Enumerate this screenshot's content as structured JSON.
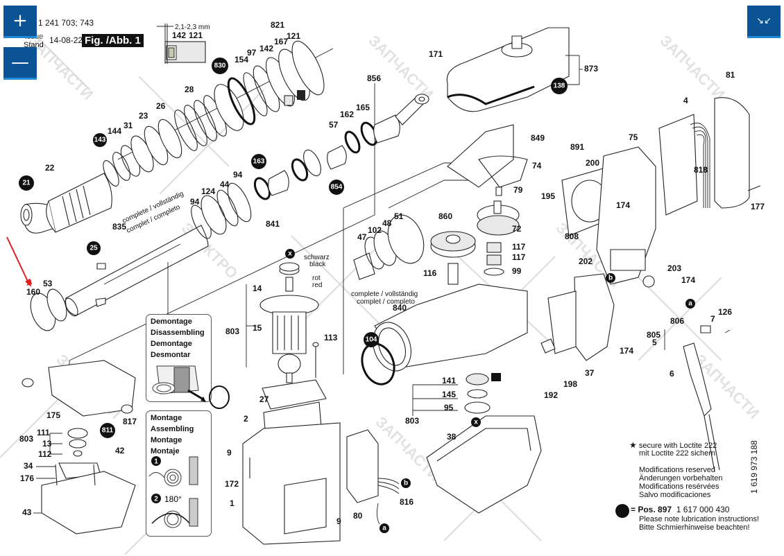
{
  "header": {
    "part_number_line": "1 241 703; 743",
    "issue_label": "Issue",
    "stand_label": "Stand",
    "date": "14-08-22",
    "figure_tag": "Fig. /Abb. 1",
    "dimension_label": "2,1-2,3 mm",
    "dimension_parts": [
      "142",
      "121"
    ]
  },
  "controls": {
    "zoom_in_icon": "+",
    "zoom_out_icon": "—",
    "fit_icon": "↘↙"
  },
  "badges": [
    "830",
    "143",
    "21",
    "163",
    "854",
    "25",
    "811",
    "104",
    "138",
    "x",
    "b",
    "a"
  ],
  "labels": {
    "group_top": [
      "821",
      "121",
      "167",
      "142",
      "97",
      "154",
      "28",
      "26",
      "23",
      "31",
      "144",
      "22"
    ],
    "group_shaft": [
      "94",
      "124",
      "44",
      "94",
      "841",
      "835",
      "160",
      "53"
    ],
    "group_piston": [
      "856",
      "165",
      "162",
      "57"
    ],
    "group_gears": [
      "47",
      "102",
      "48",
      "51",
      "860",
      "72",
      "117",
      "117",
      "99",
      "116"
    ],
    "group_cover": [
      "171",
      "873",
      "849",
      "74",
      "79",
      "195"
    ],
    "group_handle": [
      "891",
      "200",
      "75",
      "4",
      "818",
      "81",
      "177",
      "174",
      "808",
      "202",
      "203",
      "174"
    ],
    "group_switch": [
      "174",
      "192",
      "198",
      "37",
      "805",
      "5",
      "806",
      "7",
      "126",
      "6"
    ],
    "group_motor": [
      "14",
      "803",
      "15",
      "113",
      "27",
      "2",
      "9",
      "172",
      "1",
      "9"
    ],
    "group_bearing": [
      "141",
      "145",
      "95",
      "803",
      "38",
      "80",
      "816",
      "840"
    ],
    "group_base": [
      "175",
      "803",
      "111",
      "13",
      "112",
      "817",
      "42",
      "34",
      "176",
      "43"
    ]
  },
  "annotations": {
    "complete_shaft_1": "complete / vollständig",
    "complete_shaft_2": "complet / completo",
    "complete_gear_1": "complete / vollständig",
    "complete_gear_2": "complet / completo",
    "bearing_black_1": "schwarz",
    "bearing_black_2": "black",
    "bearing_red_1": "rot",
    "bearing_red_2": "red"
  },
  "demontage_box": {
    "lines": [
      "Demontage",
      "Disassembling",
      "Demontage",
      "Desmontar"
    ]
  },
  "montage_box": {
    "lines": [
      "Montage",
      "Assembling",
      "Montage",
      "Montaje"
    ],
    "step1": "1",
    "step2": "2",
    "angle": "180°"
  },
  "notes": {
    "star_line_1": "secure with Loctite 222",
    "star_line_2": "mit Loctite 222 sichern",
    "mod_lines": [
      "Modifications reserved",
      "Änderungen vorbehalten",
      "Modifications resérvées",
      "Salvo modificaciones"
    ],
    "pos_label": "= Pos.",
    "pos_number": "897",
    "pos_part": "1 617 000 430",
    "lube_line_1": "Please note lubrication instructions!",
    "lube_line_2": "Bitte Schmierhinweise beachten!",
    "doc_number": "1 619 973 188"
  },
  "highlight": {
    "arrow_target": "160",
    "arrow_color": "#e02020"
  },
  "colors": {
    "control_bg": "#0b5394",
    "control_accent": "#1f8ad8"
  }
}
